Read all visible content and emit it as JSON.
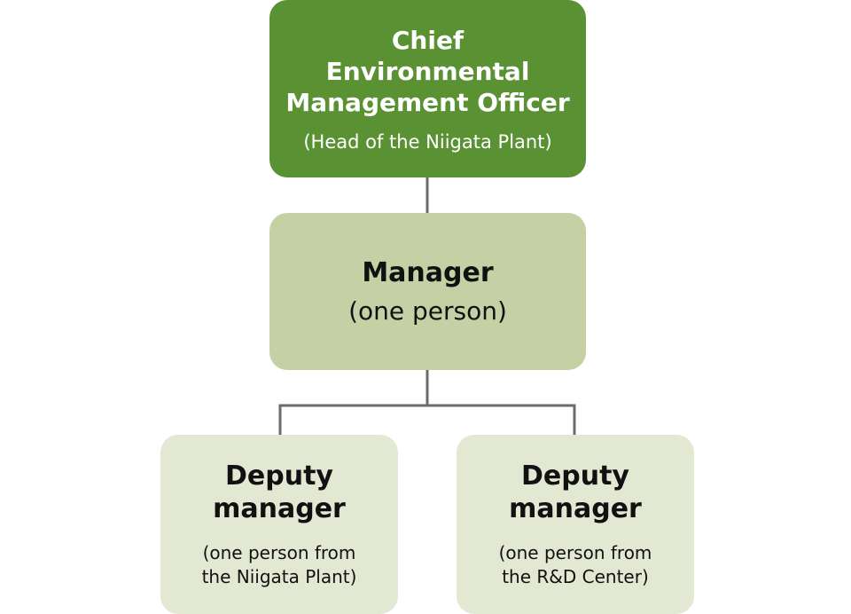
{
  "colors": {
    "chief_fill": "#5a9132",
    "manager_fill": "#c5d1a4",
    "deputy_fill": "#e3e8d3",
    "connector": "#6b6b6b"
  },
  "chief": {
    "title": "Chief\nEnvironmental\nManagement Officer",
    "subtitle": "(Head of the Niigata Plant)"
  },
  "manager": {
    "title": "Manager",
    "subtitle": "(one person)"
  },
  "deputies": [
    {
      "title": "Deputy\nmanager",
      "subtitle": "(one person from\nthe Niigata Plant)"
    },
    {
      "title": "Deputy\nmanager",
      "subtitle": "(one person from\nthe R&D Center)"
    }
  ]
}
